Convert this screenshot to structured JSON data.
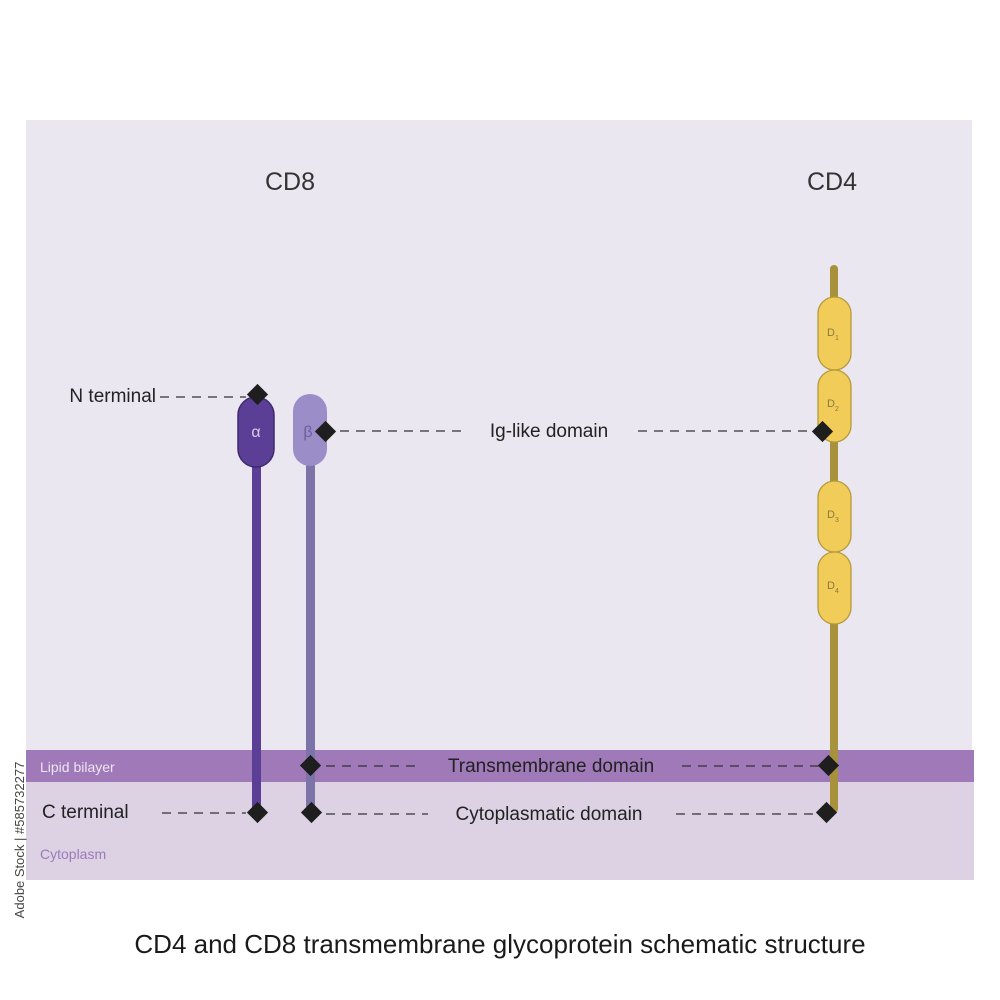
{
  "diagram": {
    "caption": "CD4 and CD8 transmembrane glycoprotein schematic structure",
    "regions": {
      "lipid_bilayer": "Lipid bilayer",
      "cytoplasm": "Cytoplasm"
    },
    "proteins": {
      "cd8": {
        "title": "CD8",
        "alpha_chain": "α",
        "beta_chain": "β"
      },
      "cd4": {
        "title": "CD4",
        "domains": [
          {
            "letter": "D",
            "index": "1"
          },
          {
            "letter": "D",
            "index": "2"
          },
          {
            "letter": "D",
            "index": "3"
          },
          {
            "letter": "D",
            "index": "4"
          }
        ]
      }
    },
    "annotations": {
      "n_terminal": "N terminal",
      "c_terminal": "C terminal",
      "ig_like_domain": "Ig-like domain",
      "transmembrane_domain": "Transmembrane domain",
      "cytoplasmatic_domain": "Cytoplasmatic domain"
    },
    "watermark": {
      "side_text": "Adobe Stock | #585732277"
    },
    "colors": {
      "extracellular_bg": "#ebe7f1",
      "lipid_bilayer": "#9f79b8",
      "cytoplasm": "#dcd2e4",
      "cd8_alpha": "#5b3f96",
      "cd8_beta": "#9b8dc8",
      "cd4_stem": "#a8913c",
      "cd4_domain_fill": "#f1cc58",
      "cd4_domain_stroke": "#b49a3c"
    }
  }
}
